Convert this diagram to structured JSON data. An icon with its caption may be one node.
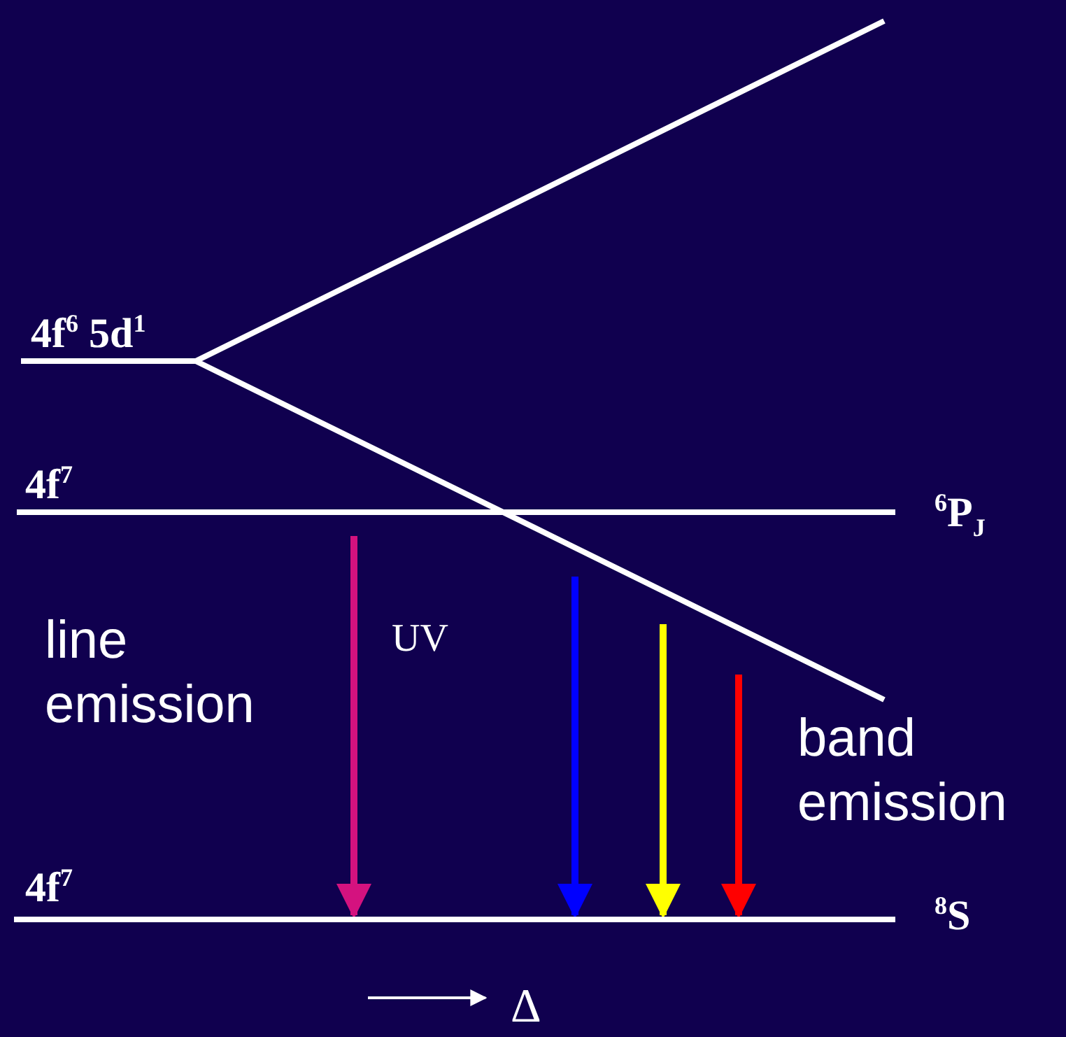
{
  "diagram": {
    "nodes": [
      {
        "text": [
          "4f$^{6}$ 5d$^{1}$"
        ]
      },
      {
        "text": [
          "4f$^{7}$",
          "$^{6}$P$_{J}$"
        ]
      },
      {
        "text": [
          "4f$^{7}$",
          "$^{8}$S"
        ]
      }
    ],
    "edges": [
      {
        "from": 1,
        "to": 2,
        "arrow": "to",
        "label": "UV",
        "color": "#d4127f"
      },
      {
        "from": null,
        "to": 2,
        "arrow": "to",
        "color": "#0000ff"
      },
      {
        "from": null,
        "to": 2,
        "arrow": "to",
        "color": "#ffff00"
      },
      {
        "from": null,
        "to": 2,
        "arrow": "to",
        "color": "#ff0000"
      }
    ],
    "labels": [
      "line emission",
      "band emission",
      "Δ"
    ]
  }
}
